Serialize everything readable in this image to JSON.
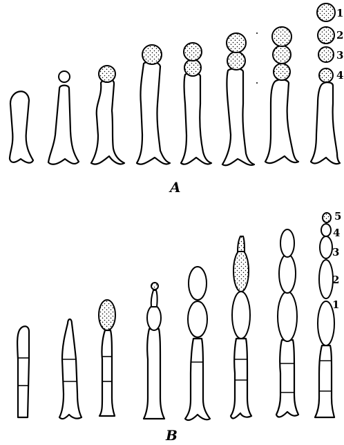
{
  "panels": [
    {
      "label": "A",
      "numbers": [
        "1",
        "2",
        "3",
        "4"
      ]
    },
    {
      "label": "B",
      "numbers": [
        "5",
        "4",
        "3",
        "2",
        "1"
      ]
    }
  ],
  "colors": {
    "ink": "#000000",
    "paper": "#ffffff",
    "spore_fill": "#ffffff"
  }
}
